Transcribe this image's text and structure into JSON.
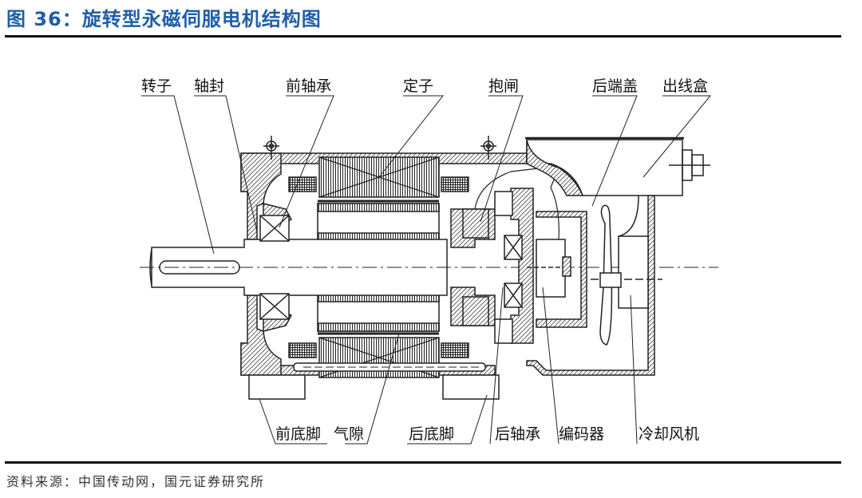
{
  "figure": {
    "title": "图 36：旋转型永磁伺服电机结构图",
    "source": "资料来源：中国传动网，国元证券研究所",
    "title_color": "#1f5ea8"
  },
  "diagram": {
    "subject": "旋转型永磁伺服电机剖面结构",
    "labels_top": [
      {
        "id": "rotor",
        "text": "转子"
      },
      {
        "id": "shaft-seal",
        "text": "轴封"
      },
      {
        "id": "front-bearing",
        "text": "前轴承"
      },
      {
        "id": "stator",
        "text": "定子"
      },
      {
        "id": "brake",
        "text": "抱闸"
      },
      {
        "id": "rear-end-cover",
        "text": "后端盖"
      },
      {
        "id": "junction-box",
        "text": "出线盒"
      }
    ],
    "labels_bottom": [
      {
        "id": "front-foot",
        "text": "前底脚"
      },
      {
        "id": "air-gap",
        "text": "气隙"
      },
      {
        "id": "rear-foot",
        "text": "后底脚"
      },
      {
        "id": "rear-bearing",
        "text": "后轴承"
      },
      {
        "id": "encoder",
        "text": "编码器"
      },
      {
        "id": "cooling-fan",
        "text": "冷却风机"
      }
    ]
  }
}
